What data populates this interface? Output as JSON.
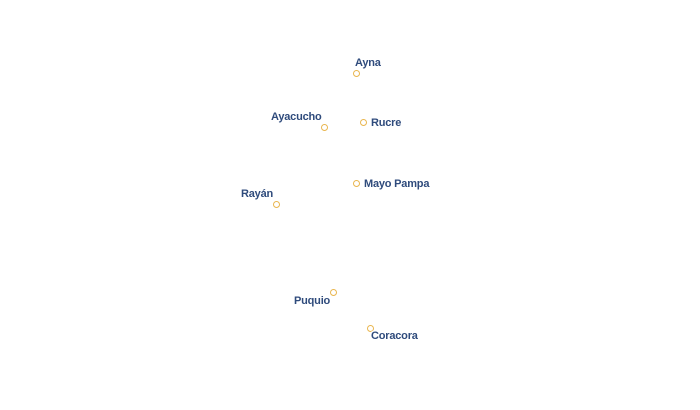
{
  "map": {
    "colors": {
      "marker_stroke": "#e9b64f",
      "label_text": "#2f4b7c",
      "label_halo": "#ffffff",
      "background": "#ffffff"
    },
    "places": [
      {
        "name": "Ayna"
      },
      {
        "name": "Ayacucho"
      },
      {
        "name": "Rucre"
      },
      {
        "name": "Mayo Pampa"
      },
      {
        "name": "Rayán"
      },
      {
        "name": "Puquio"
      },
      {
        "name": "Coracora"
      }
    ]
  }
}
